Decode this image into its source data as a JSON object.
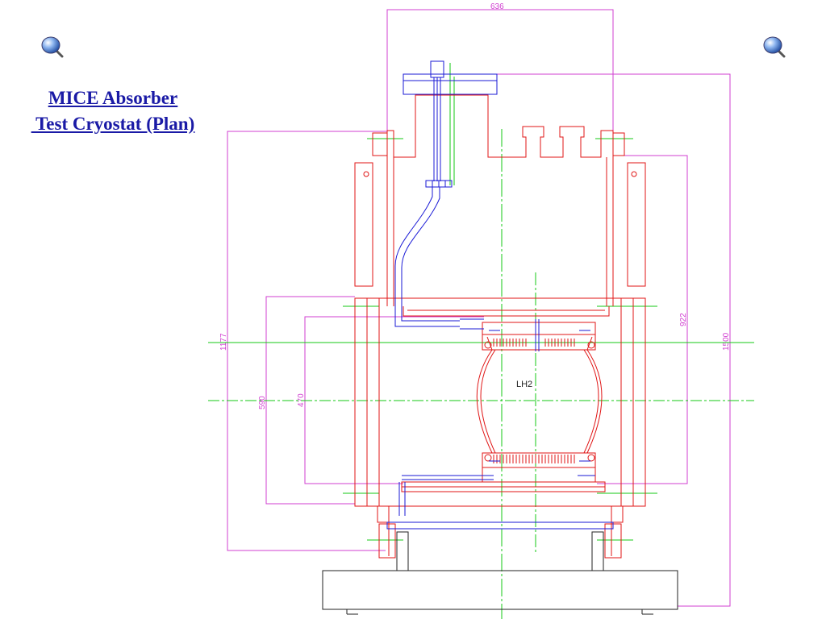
{
  "title": {
    "line1": "MICE Absorber",
    "line2": " Test Cryostat (Plan)"
  },
  "drawing": {
    "label_lh2": "LH2",
    "dimensions": {
      "width_top": "636",
      "height_left": "1177",
      "height_inner_a": "590",
      "height_inner_b": "470",
      "height_right": "922",
      "height_far_right": "1500"
    }
  },
  "colors": {
    "title": "#1a1aa6",
    "structure": "#e01515",
    "piping": "#1a1ad6",
    "dimension": "#d13fd1",
    "centerline": "#14c814",
    "base": "#222222"
  },
  "icons": {
    "left_pin": "pushpin-icon",
    "right_pin": "pushpin-icon"
  }
}
